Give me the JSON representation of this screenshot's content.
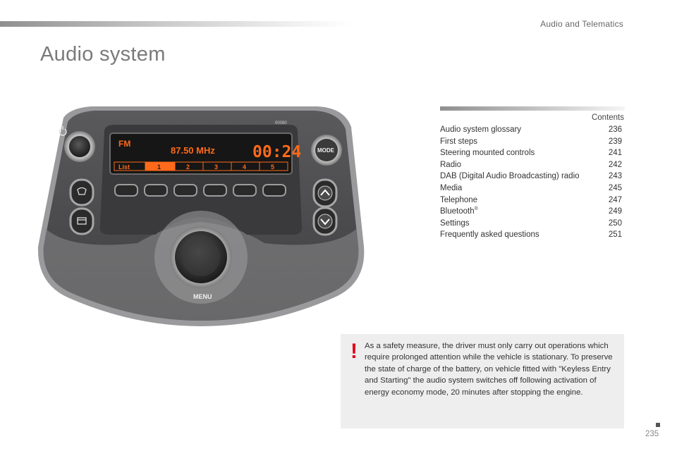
{
  "header": {
    "section_title": "Audio and Telematics",
    "page_title": "Audio system"
  },
  "radio": {
    "display_band": "FM",
    "display_frequency": "87.50 MHz",
    "display_clock": "00:24",
    "list_label": "List",
    "presets": [
      "1",
      "2",
      "3",
      "4",
      "5"
    ],
    "mode_label": "MODE",
    "menu_label": "MENU",
    "model_code": "00080",
    "colors": {
      "display_text": "#ff6a1a",
      "body": "#4a4a4c",
      "rim": "#8e8e90"
    },
    "icons": [
      "power-icon",
      "phone-icon",
      "settings-icon",
      "up-arrow-icon",
      "down-arrow-icon"
    ]
  },
  "contents": {
    "heading": "Contents",
    "items": [
      {
        "label": "Audio system glossary",
        "page": "236"
      },
      {
        "label": "First steps",
        "page": "239"
      },
      {
        "label": "Steering mounted controls",
        "page": "241"
      },
      {
        "label": "Radio",
        "page": "242"
      },
      {
        "label": "DAB (Digital Audio Broadcasting) radio",
        "page": "243"
      },
      {
        "label": "Media",
        "page": "245"
      },
      {
        "label": "Telephone",
        "page": "247"
      },
      {
        "label": "Bluetooth",
        "page": "249"
      },
      {
        "label": "Settings",
        "page": "250"
      },
      {
        "label": "Frequently asked questions",
        "page": "251"
      }
    ],
    "bluetooth_mark": "®"
  },
  "safety_note": {
    "icon": "!",
    "text": "As a safety measure, the driver must only carry out operations which require prolonged attention while the vehicle is stationary. To preserve the state of charge of the battery, on vehicle fitted with \"Keyless Entry and Starting\" the audio system switches off following activation of energy economy mode, 20 minutes after stopping the engine.",
    "colors": {
      "icon": "#e3001b",
      "background": "#eeeeee"
    }
  },
  "footer": {
    "page_number": "235"
  }
}
